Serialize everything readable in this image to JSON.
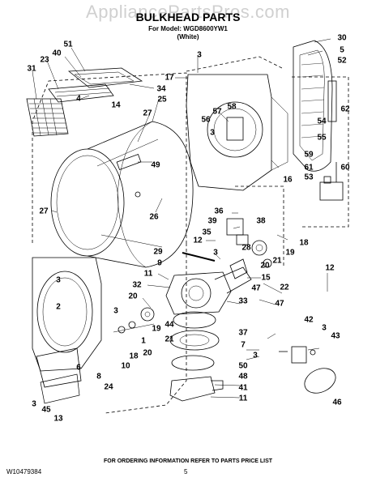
{
  "watermark": "AppliancePartsPros.com",
  "title": "BULKHEAD PARTS",
  "model_line": "For Model: WGD8600YW1",
  "color_line": "(White)",
  "footer_note": "FOR ORDERING INFORMATION REFER TO PARTS PRICE LIST",
  "doc_number": "W10479384",
  "page_number": "5",
  "callouts": [
    {
      "id": "c51",
      "text": "51"
    },
    {
      "id": "c40",
      "text": "40"
    },
    {
      "id": "c23",
      "text": "23"
    },
    {
      "id": "c31",
      "text": "31"
    },
    {
      "id": "c4",
      "text": "4"
    },
    {
      "id": "c14",
      "text": "14"
    },
    {
      "id": "c34",
      "text": "34"
    },
    {
      "id": "c25",
      "text": "25"
    },
    {
      "id": "c27a",
      "text": "27"
    },
    {
      "id": "c3a",
      "text": "3"
    },
    {
      "id": "c17",
      "text": "17"
    },
    {
      "id": "c57",
      "text": "57"
    },
    {
      "id": "c58",
      "text": "58"
    },
    {
      "id": "c56",
      "text": "56"
    },
    {
      "id": "c3b",
      "text": "3"
    },
    {
      "id": "c49",
      "text": "49"
    },
    {
      "id": "c26",
      "text": "26"
    },
    {
      "id": "c16",
      "text": "16"
    },
    {
      "id": "c30",
      "text": "30"
    },
    {
      "id": "c5",
      "text": "5"
    },
    {
      "id": "c52",
      "text": "52"
    },
    {
      "id": "c62",
      "text": "62"
    },
    {
      "id": "c54",
      "text": "54"
    },
    {
      "id": "c55",
      "text": "55"
    },
    {
      "id": "c59",
      "text": "59"
    },
    {
      "id": "c61",
      "text": "61"
    },
    {
      "id": "c60",
      "text": "60"
    },
    {
      "id": "c53",
      "text": "53"
    },
    {
      "id": "c27b",
      "text": "27"
    },
    {
      "id": "c36",
      "text": "36"
    },
    {
      "id": "c39",
      "text": "39"
    },
    {
      "id": "c35",
      "text": "35"
    },
    {
      "id": "c38",
      "text": "38"
    },
    {
      "id": "c12a",
      "text": "12"
    },
    {
      "id": "c29",
      "text": "29"
    },
    {
      "id": "c3c",
      "text": "3"
    },
    {
      "id": "c28",
      "text": "28"
    },
    {
      "id": "c18a",
      "text": "18"
    },
    {
      "id": "c19a",
      "text": "19"
    },
    {
      "id": "c20a",
      "text": "20"
    },
    {
      "id": "c21a",
      "text": "21"
    },
    {
      "id": "c9",
      "text": "9"
    },
    {
      "id": "c11a",
      "text": "11"
    },
    {
      "id": "c32",
      "text": "32"
    },
    {
      "id": "c3d",
      "text": "3"
    },
    {
      "id": "c15",
      "text": "15"
    },
    {
      "id": "c47a",
      "text": "47"
    },
    {
      "id": "c12b",
      "text": "12"
    },
    {
      "id": "c22",
      "text": "22"
    },
    {
      "id": "c47b",
      "text": "47"
    },
    {
      "id": "c33",
      "text": "33"
    },
    {
      "id": "c20b",
      "text": "20"
    },
    {
      "id": "c2",
      "text": "2"
    },
    {
      "id": "c44",
      "text": "44"
    },
    {
      "id": "c37",
      "text": "37"
    },
    {
      "id": "c3e",
      "text": "3"
    },
    {
      "id": "c19b",
      "text": "19"
    },
    {
      "id": "c21b",
      "text": "21"
    },
    {
      "id": "c20c",
      "text": "20"
    },
    {
      "id": "c1",
      "text": "1"
    },
    {
      "id": "c7",
      "text": "7"
    },
    {
      "id": "c18b",
      "text": "18"
    },
    {
      "id": "c10",
      "text": "10"
    },
    {
      "id": "c3f",
      "text": "3"
    },
    {
      "id": "c50",
      "text": "50"
    },
    {
      "id": "c42",
      "text": "42"
    },
    {
      "id": "c3g",
      "text": "3"
    },
    {
      "id": "c43",
      "text": "43"
    },
    {
      "id": "c48",
      "text": "48"
    },
    {
      "id": "c6",
      "text": "6"
    },
    {
      "id": "c8",
      "text": "8"
    },
    {
      "id": "c24",
      "text": "24"
    },
    {
      "id": "c41",
      "text": "41"
    },
    {
      "id": "c11b",
      "text": "11"
    },
    {
      "id": "c46",
      "text": "46"
    },
    {
      "id": "c3h",
      "text": "3"
    },
    {
      "id": "c45",
      "text": "45"
    },
    {
      "id": "c13",
      "text": "13"
    }
  ]
}
